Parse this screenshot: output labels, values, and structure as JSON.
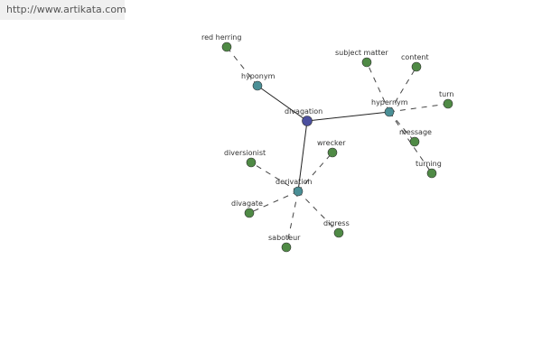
{
  "banner": {
    "url": "http://www.artikata.com"
  },
  "graph": {
    "colors": {
      "root": "#4b4f9e",
      "branch": "#4a8f96",
      "leaf": "#4f8a45",
      "solid_edge": "#222222",
      "dashed_edge": "#444444"
    },
    "nodes": {
      "divagation": "divagation",
      "hyponym": "hyponym",
      "hypernym": "hypernym",
      "derivation": "derivation",
      "red_herring": "red herring",
      "subject_matter": "subject matter",
      "content": "content",
      "turn": "turn",
      "message": "message",
      "turning": "turning",
      "wrecker": "wrecker",
      "diversionist": "diversionist",
      "divagate": "divagate",
      "digress": "digress",
      "saboteur": "saboteur"
    }
  }
}
